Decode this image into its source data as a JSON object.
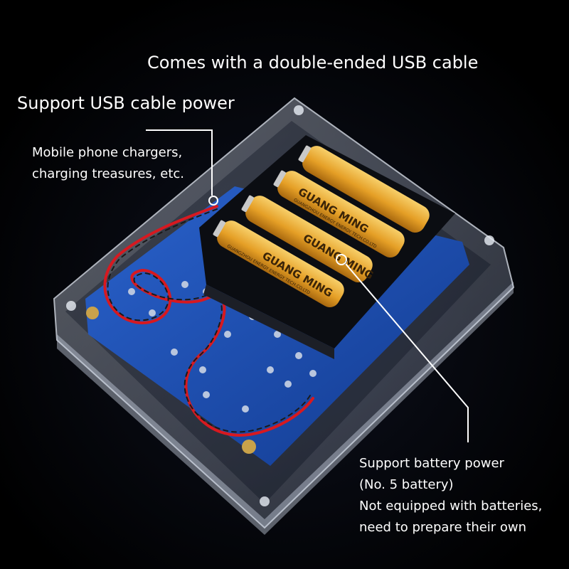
{
  "captions": {
    "top": "Comes with a double-ended USB cable",
    "usb_title": "Support USB cable power",
    "usb_sub_lines": [
      "Mobile phone chargers,",
      "charging treasures, etc."
    ],
    "battery_lines": [
      "Support battery power",
      "(No. 5 battery)",
      "Not equipped with batteries,",
      "need to prepare their own"
    ]
  },
  "battery_label": {
    "brand": "GUANG MING",
    "maker": "GUANGZHOU ENERGY ENERGY TECH.CO.LTD"
  },
  "colors": {
    "background": "#000000",
    "pcb": "#1b4fb3",
    "battery": "#e9a52b",
    "wire_red": "#d71920",
    "callout_line": "#ffffff"
  }
}
